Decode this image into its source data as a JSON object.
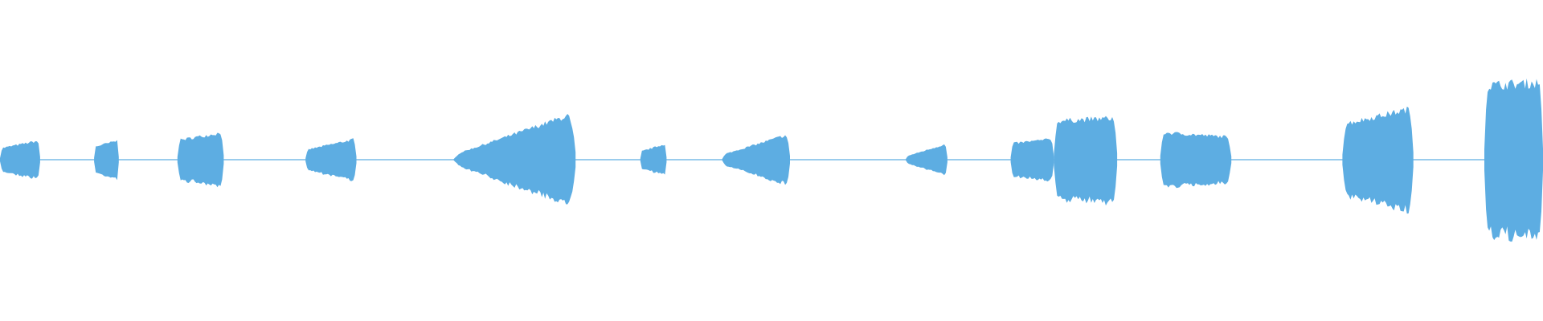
{
  "waveform": {
    "color": "#5dade2",
    "background": "#ffffff",
    "segments": [
      {
        "start": 0.0,
        "end": 0.026,
        "amp_start": 0.07,
        "amp_end": 0.12
      },
      {
        "start": 0.061,
        "end": 0.077,
        "amp_start": 0.08,
        "amp_end": 0.12
      },
      {
        "start": 0.115,
        "end": 0.145,
        "amp_start": 0.12,
        "amp_end": 0.17
      },
      {
        "start": 0.198,
        "end": 0.231,
        "amp_start": 0.06,
        "amp_end": 0.13
      },
      {
        "start": 0.294,
        "end": 0.373,
        "amp_start": 0.03,
        "amp_end": 0.29
      },
      {
        "start": 0.415,
        "end": 0.432,
        "amp_start": 0.05,
        "amp_end": 0.1
      },
      {
        "start": 0.468,
        "end": 0.512,
        "amp_start": 0.03,
        "amp_end": 0.16
      },
      {
        "start": 0.587,
        "end": 0.614,
        "amp_start": 0.02,
        "amp_end": 0.1
      },
      {
        "start": 0.655,
        "end": 0.683,
        "amp_start": 0.1,
        "amp_end": 0.13
      },
      {
        "start": 0.683,
        "end": 0.724,
        "amp_start": 0.24,
        "amp_end": 0.26
      },
      {
        "start": 0.752,
        "end": 0.798,
        "amp_start": 0.17,
        "amp_end": 0.14
      },
      {
        "start": 0.87,
        "end": 0.916,
        "amp_start": 0.22,
        "amp_end": 0.32
      },
      {
        "start": 0.962,
        "end": 1.0,
        "amp_start": 0.46,
        "amp_end": 0.48
      }
    ]
  }
}
